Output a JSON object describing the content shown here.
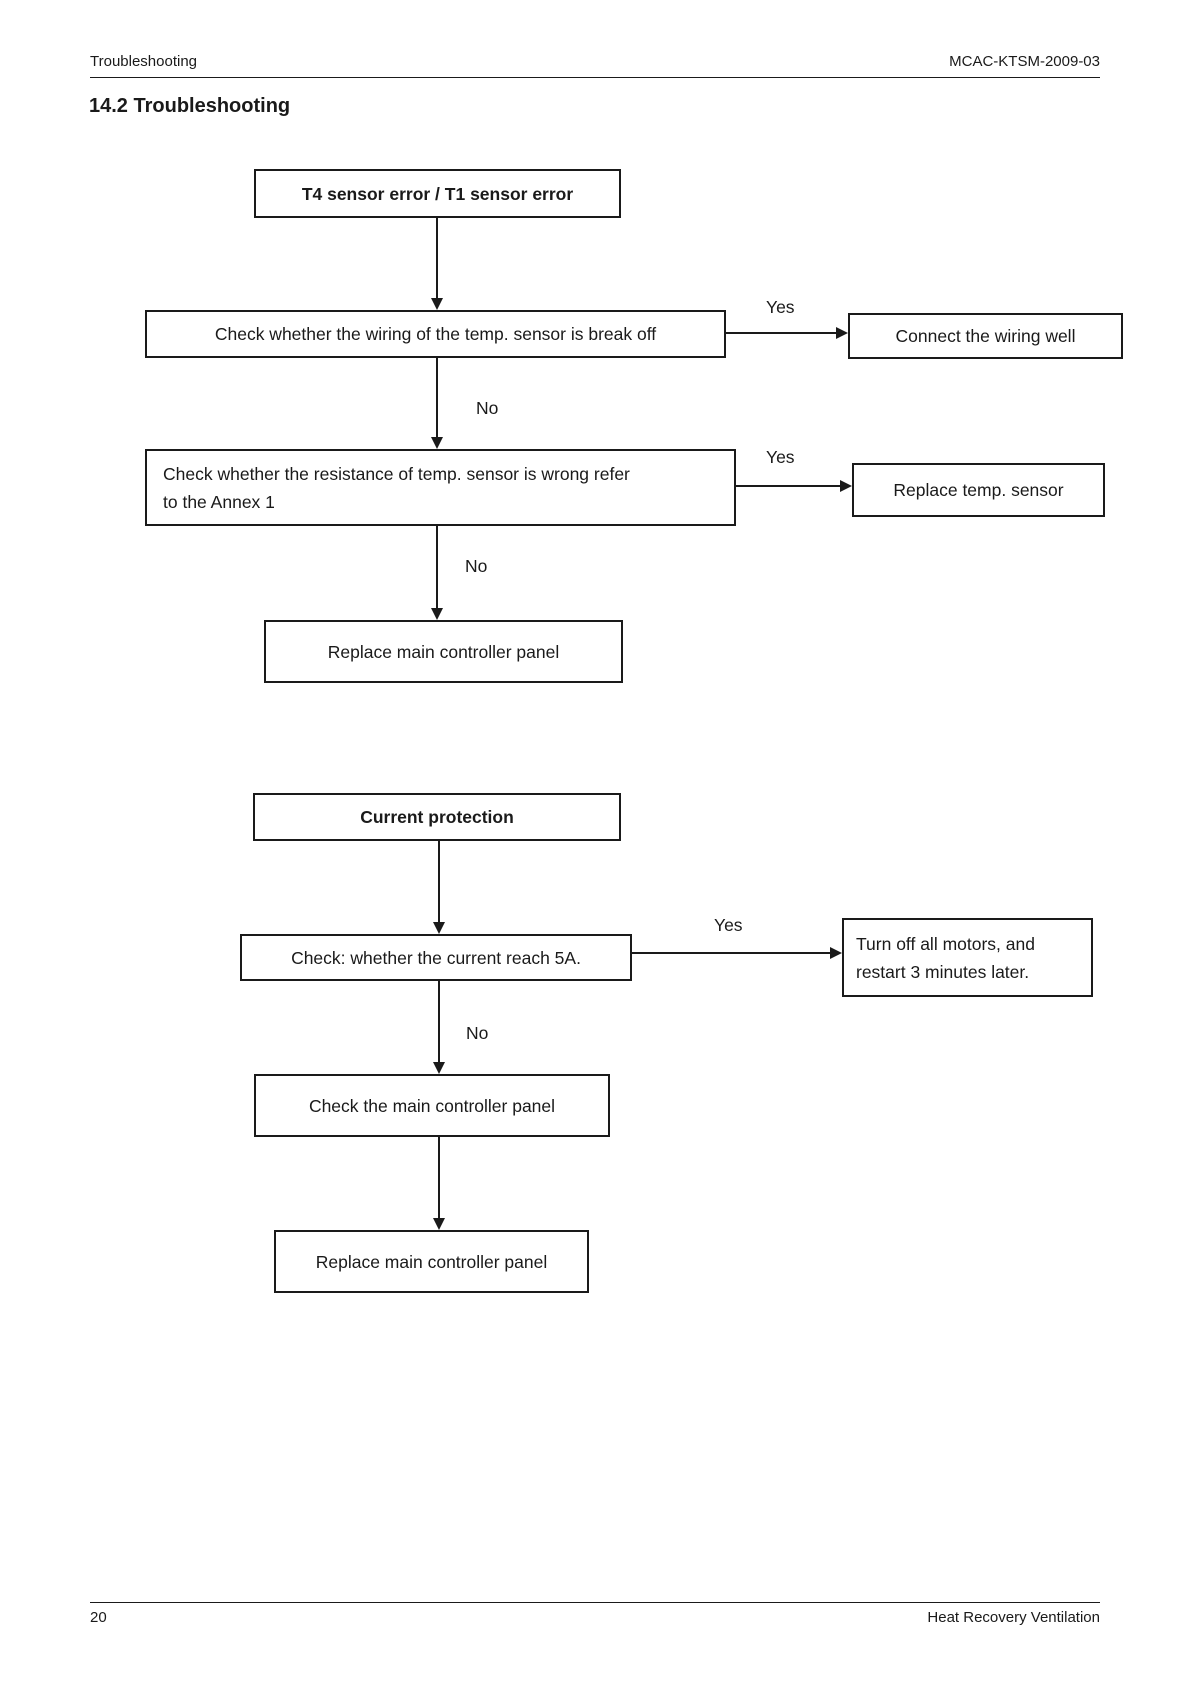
{
  "page": {
    "header": {
      "left": "Troubleshooting",
      "right": "MCAC-KTSM-2009-03"
    },
    "section_title": "14.2 Troubleshooting",
    "footer": {
      "page_number": "20",
      "right": "Heat Recovery Ventilation"
    }
  },
  "labels": {
    "yes": "Yes",
    "no": "No"
  },
  "flowchart1": {
    "start": "T4 sensor error / T1 sensor error",
    "step1": "Check whether the wiring of the temp. sensor is break off",
    "step1_yes": "Connect the wiring well",
    "step2": "Check whether the resistance of temp. sensor is wrong refer\nto the Annex 1",
    "step2_yes": "Replace temp. sensor",
    "step3": "Replace main controller panel"
  },
  "flowchart2": {
    "start": "Current protection",
    "step1": "Check: whether the current reach 5A.",
    "step1_yes": "Turn off all motors, and\nrestart 3 minutes later.",
    "step2": "Check the main controller panel",
    "step3": "Replace main controller panel"
  },
  "colors": {
    "text": "#1a1a1a",
    "background": "#ffffff"
  }
}
